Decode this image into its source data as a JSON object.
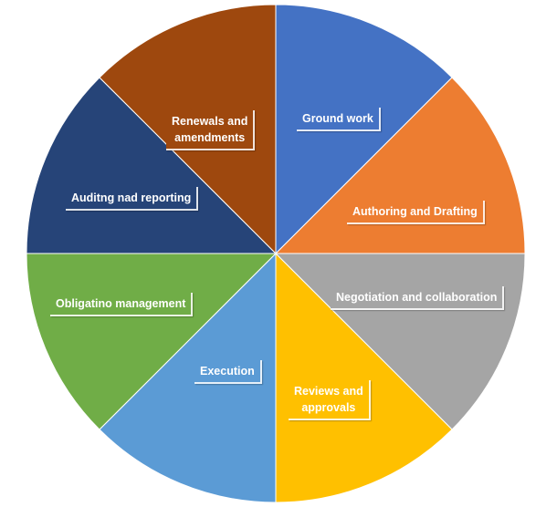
{
  "chart_data": {
    "type": "pie",
    "slices": [
      {
        "label": "Ground work",
        "value": 12.5,
        "color": "#4472C4"
      },
      {
        "label": "Authoring and Drafting",
        "value": 12.5,
        "color": "#ED7D31"
      },
      {
        "label": "Negotiation and collaboration",
        "value": 12.5,
        "color": "#A5A5A5"
      },
      {
        "label": "Reviews and\napprovals",
        "value": 12.5,
        "color": "#FFC000"
      },
      {
        "label": "Execution",
        "value": 12.5,
        "color": "#5B9BD5"
      },
      {
        "label": "Obligatino management",
        "value": 12.5,
        "color": "#70AD47"
      },
      {
        "label": "Auditng nad reporting",
        "value": 12.5,
        "color": "#264478"
      },
      {
        "label": "Renewals and\namendments",
        "value": 12.5,
        "color": "#9E480E"
      }
    ],
    "start_angle_deg": 0,
    "direction": "clockwise",
    "legend": "none"
  }
}
